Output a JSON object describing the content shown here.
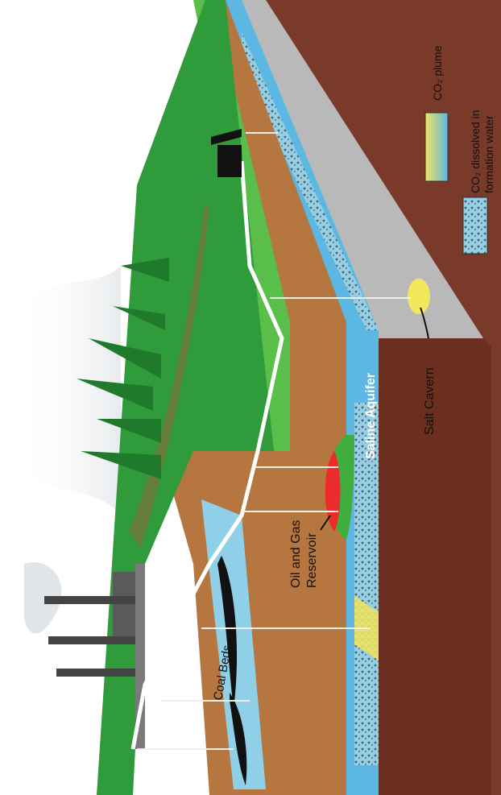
{
  "labels": {
    "coal_beds": "Coal Beds",
    "oil_gas_line1": "Oil and Gas",
    "oil_gas_line2": "Reservoir",
    "saline_aquifer": "Saline Aquifer",
    "salt_cavern": "Salt Cavern"
  },
  "legend": {
    "plume_label": "CO₂ plume",
    "dissolved_line1": "CO₂ dissolved in",
    "dissolved_line2": "formation water"
  },
  "colors": {
    "sky": "#ffffff",
    "grass": "#2f9b3a",
    "grass_light": "#59bf4a",
    "soil": "#b5773f",
    "aquifer": "#5cb8e3",
    "coal": "#1a1a1a",
    "salt": "#b9b9b9",
    "bedrock": "#6b2f1f",
    "reservoir_red": "#ee2b2b",
    "reservoir_green": "#3fae3f",
    "plume_yellow": "#f1e45a"
  }
}
